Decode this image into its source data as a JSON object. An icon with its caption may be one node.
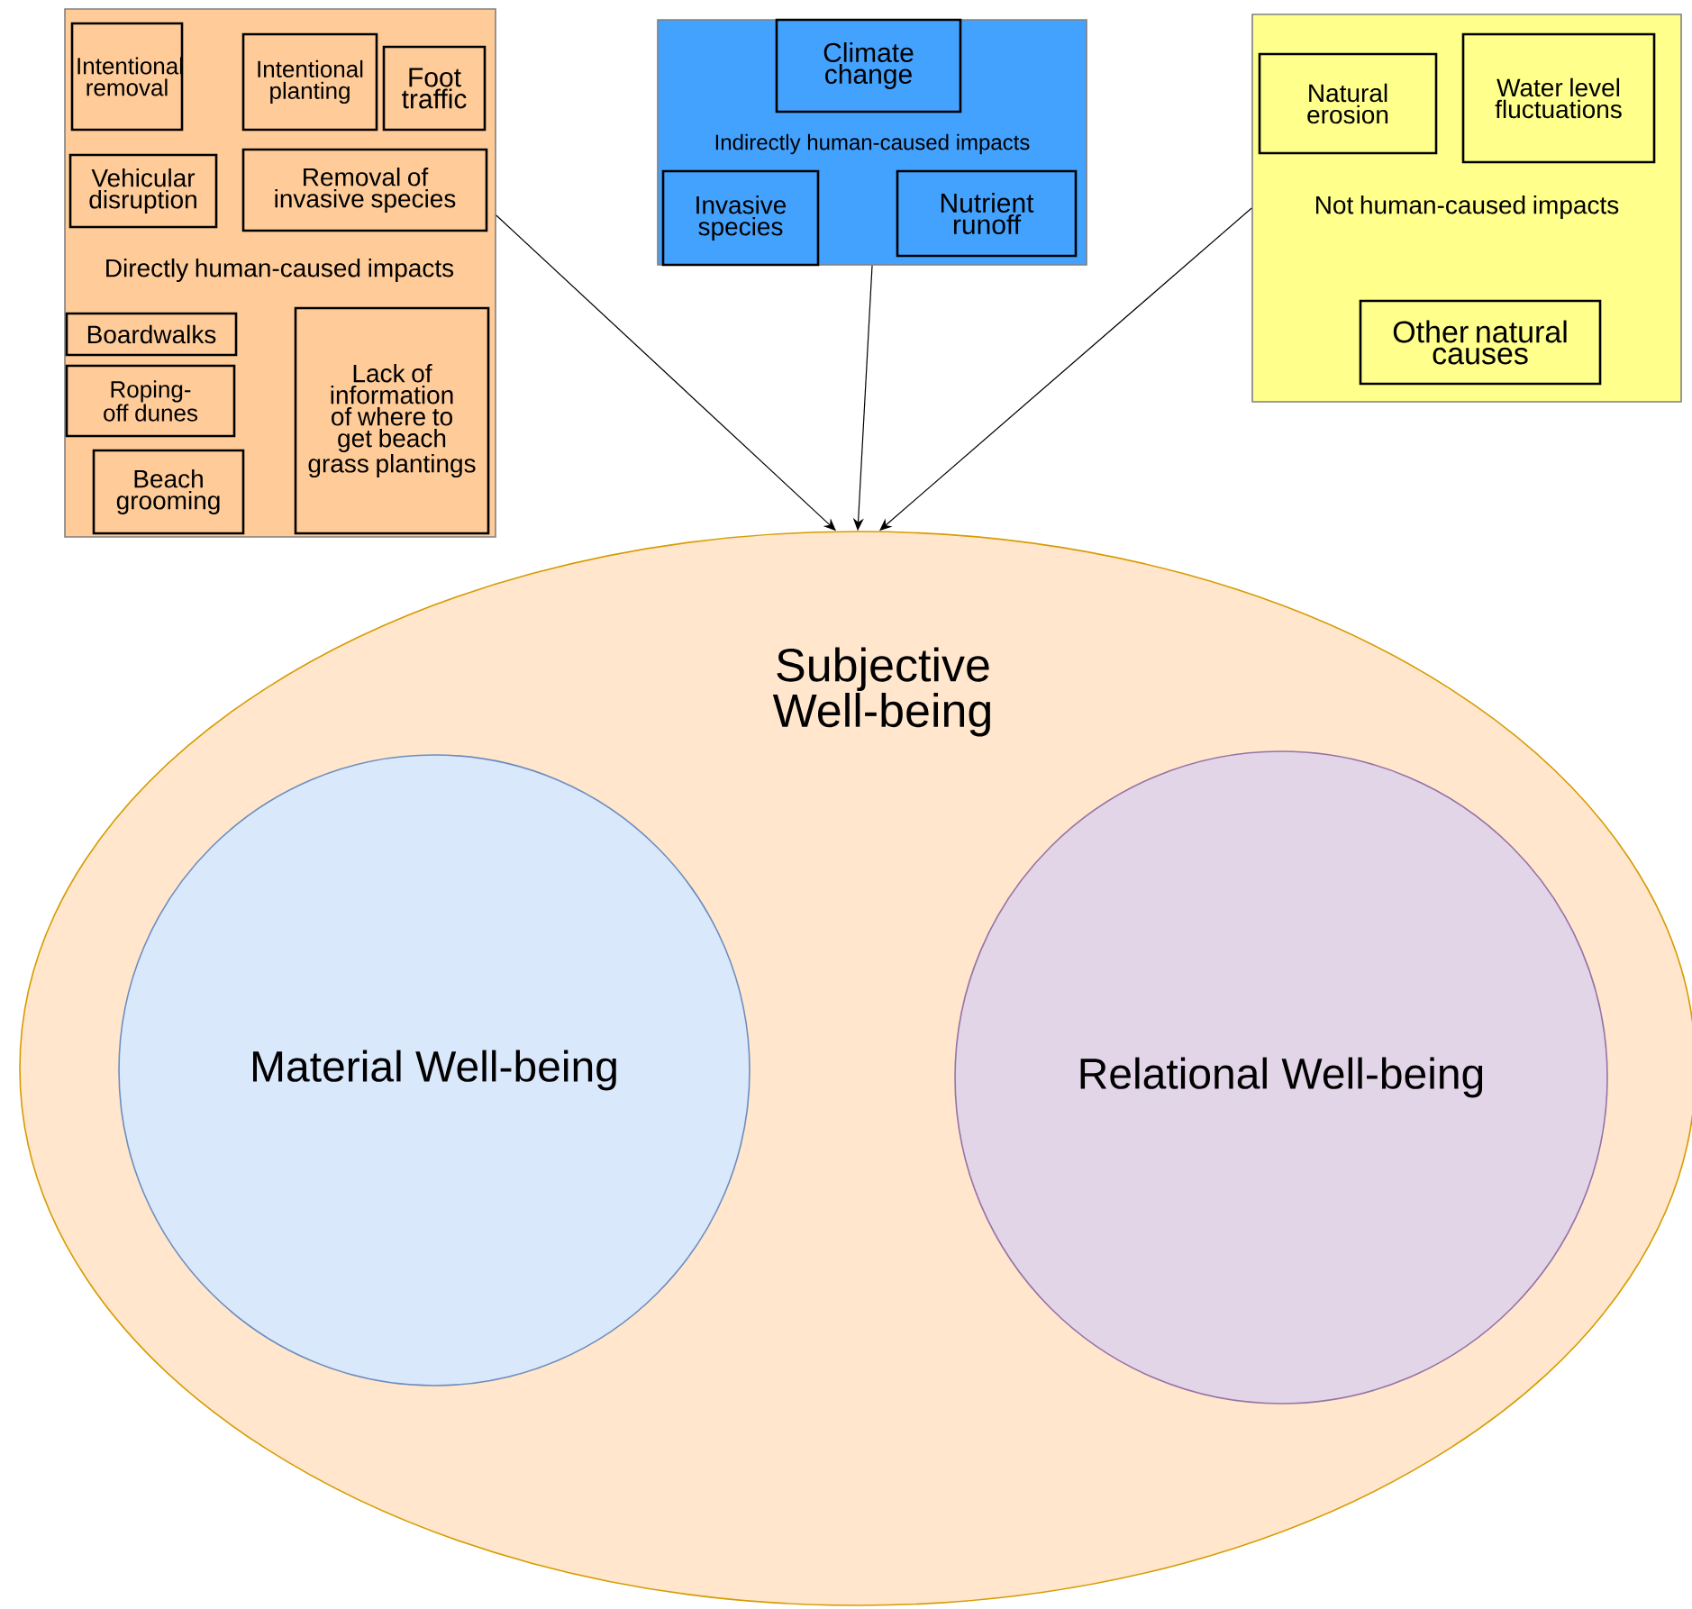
{
  "diagram": {
    "nodes": [
      {
        "text": [
          "Directly human-caused impacts"
        ]
      },
      {
        "text": [
          "Intentional removal"
        ],
        "in": 0
      },
      {
        "text": [
          "Intentional planting"
        ],
        "in": 0
      },
      {
        "text": [
          "Foot traffic"
        ],
        "in": 0
      },
      {
        "text": [
          "Vehicular disruption"
        ],
        "in": 0
      },
      {
        "text": [
          "Removal of invasive species"
        ],
        "in": 0
      },
      {
        "text": [
          "Boardwalks"
        ],
        "in": 0
      },
      {
        "text": [
          "Roping-off dunes"
        ],
        "in": 0
      },
      {
        "text": [
          "Beach grooming"
        ],
        "in": 0
      },
      {
        "text": [
          "Lack of information of where to get beach grass plantings"
        ],
        "in": 0
      },
      {
        "text": [
          "Indirectly human-caused impacts"
        ]
      },
      {
        "text": [
          "Climate change"
        ],
        "in": 10
      },
      {
        "text": [
          "Invasive species"
        ],
        "in": 10
      },
      {
        "text": [
          "Nutrient runoff"
        ],
        "in": 10
      },
      {
        "text": [
          "Not human-caused impacts"
        ]
      },
      {
        "text": [
          "Natural erosion"
        ],
        "in": 14
      },
      {
        "text": [
          "Water level fluctuations"
        ],
        "in": 14
      },
      {
        "text": [
          "Other natural causes"
        ],
        "in": 14
      },
      {
        "text": [
          "Subjective Well-being"
        ]
      },
      {
        "text": [
          "Material Well-being"
        ],
        "in": 18
      },
      {
        "text": [
          "Relational Well-being"
        ],
        "in": 18
      }
    ],
    "edges": [
      {
        "from": 0,
        "to": 18,
        "arrow": "to"
      },
      {
        "from": 10,
        "to": 18,
        "arrow": "to"
      },
      {
        "from": 14,
        "to": 18,
        "arrow": "to"
      }
    ]
  }
}
